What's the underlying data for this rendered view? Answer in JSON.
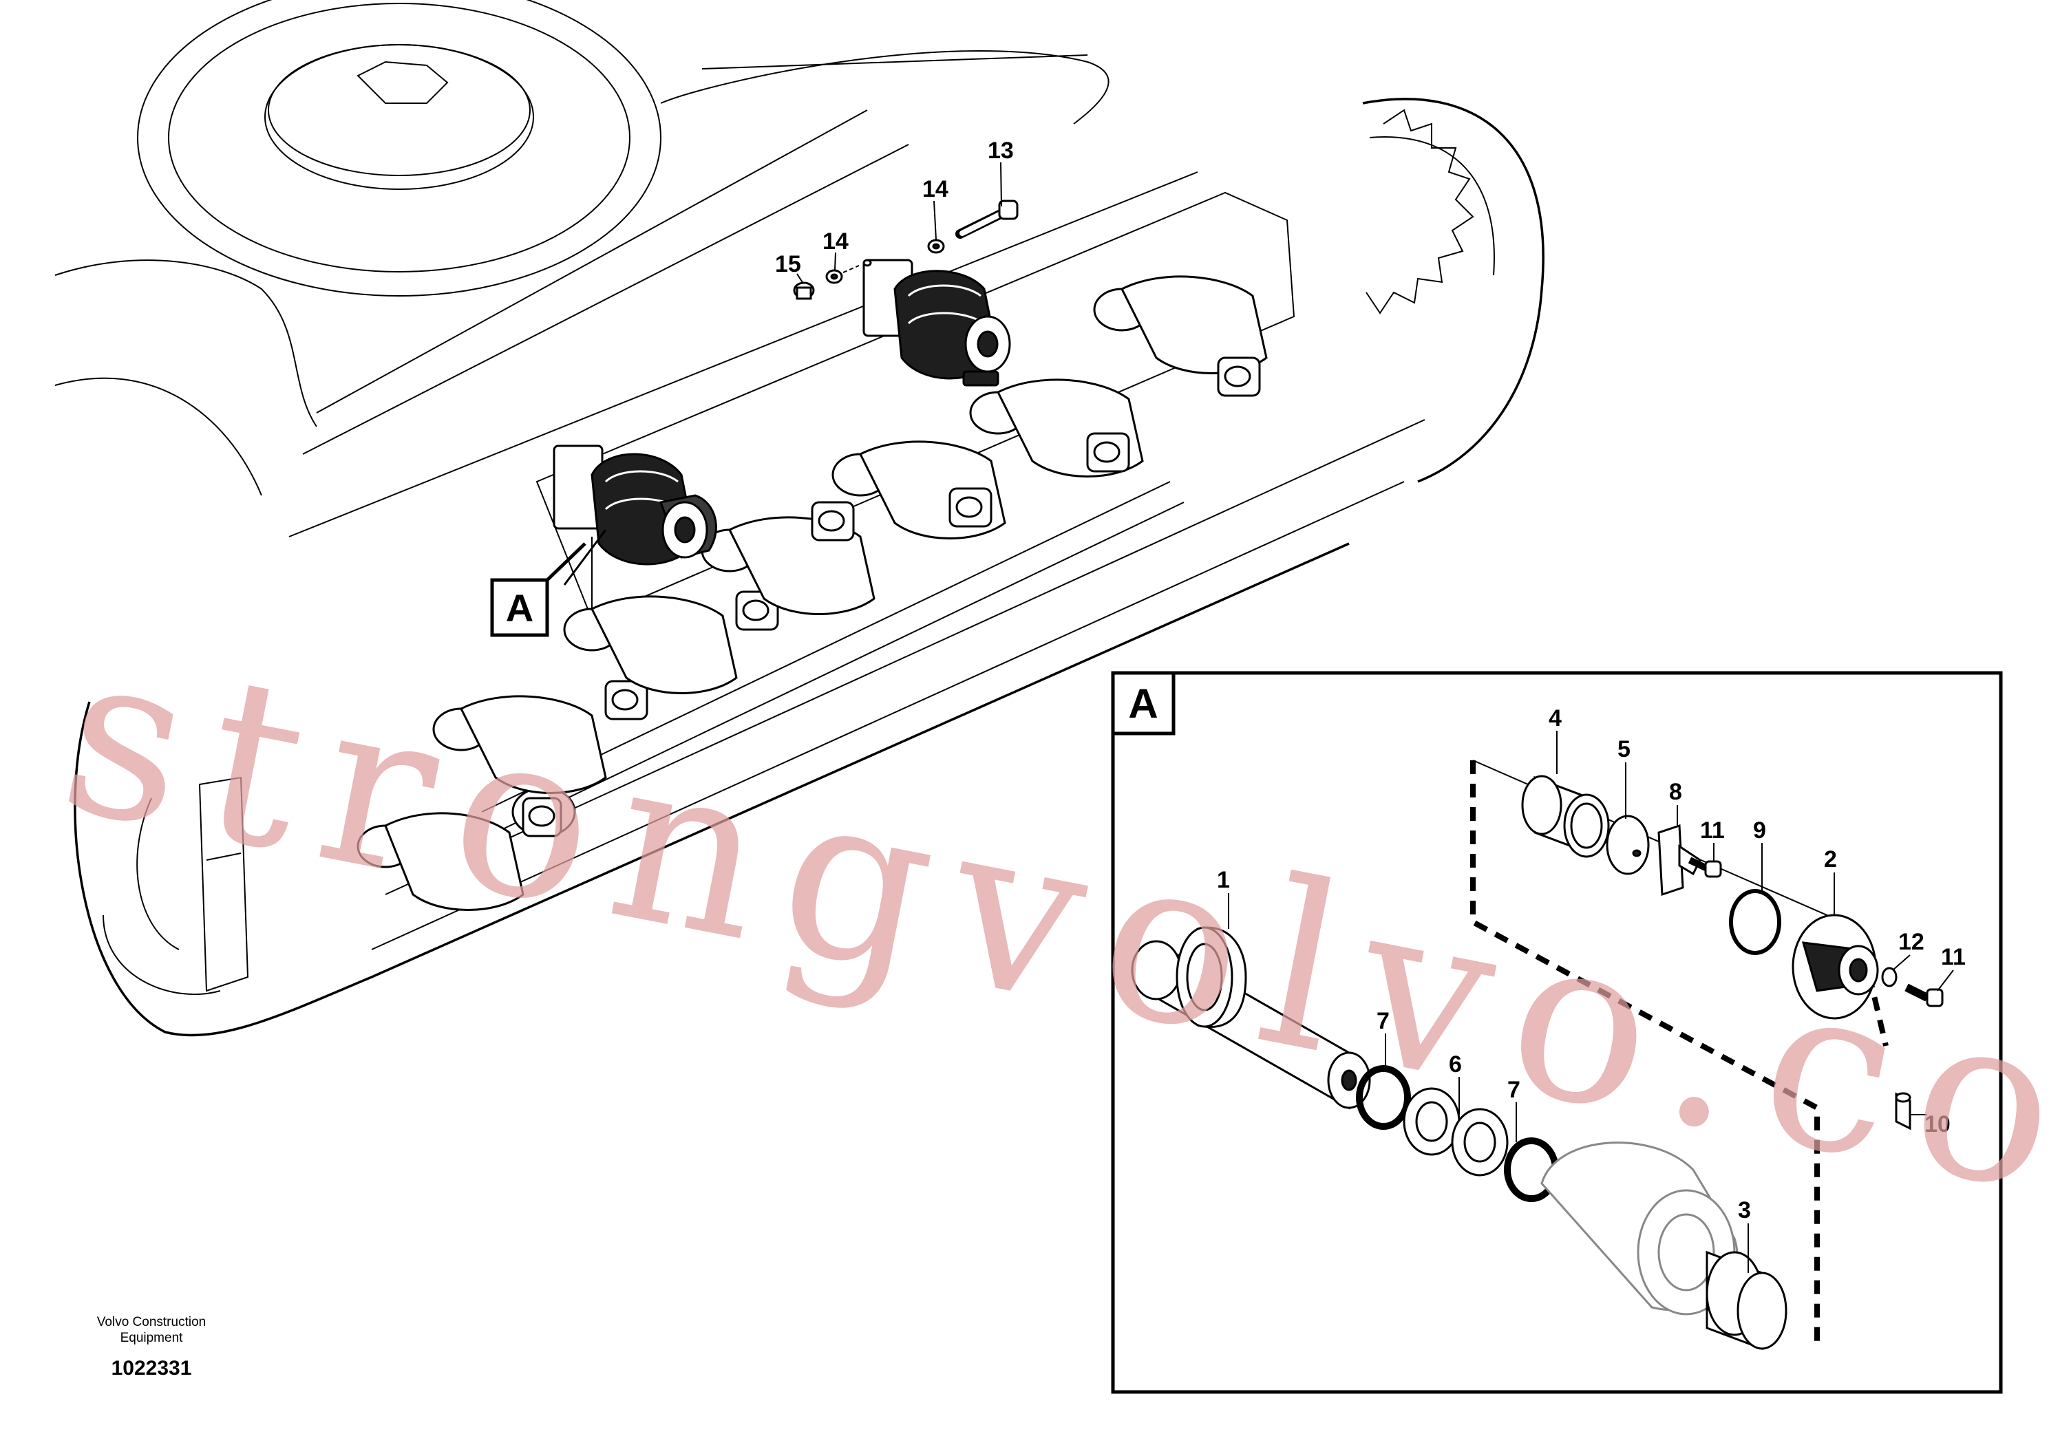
{
  "callouts": {
    "c13": "13",
    "c14a": "14",
    "c14b": "14",
    "c15": "15",
    "a1": "1",
    "a2": "2",
    "a3": "3",
    "a4": "4",
    "a5": "5",
    "a6": "6",
    "a7a": "7",
    "a7b": "7",
    "a8": "8",
    "a9": "9",
    "a10": "10",
    "a11a": "11",
    "a11b": "11",
    "a12": "12"
  },
  "detail": {
    "ref_label": "A",
    "box_label": "A"
  },
  "footer": {
    "company_line1": "Volvo Construction",
    "company_line2": "Equipment",
    "drawing_number": "1022331"
  },
  "watermark": "strongvolvo.com"
}
